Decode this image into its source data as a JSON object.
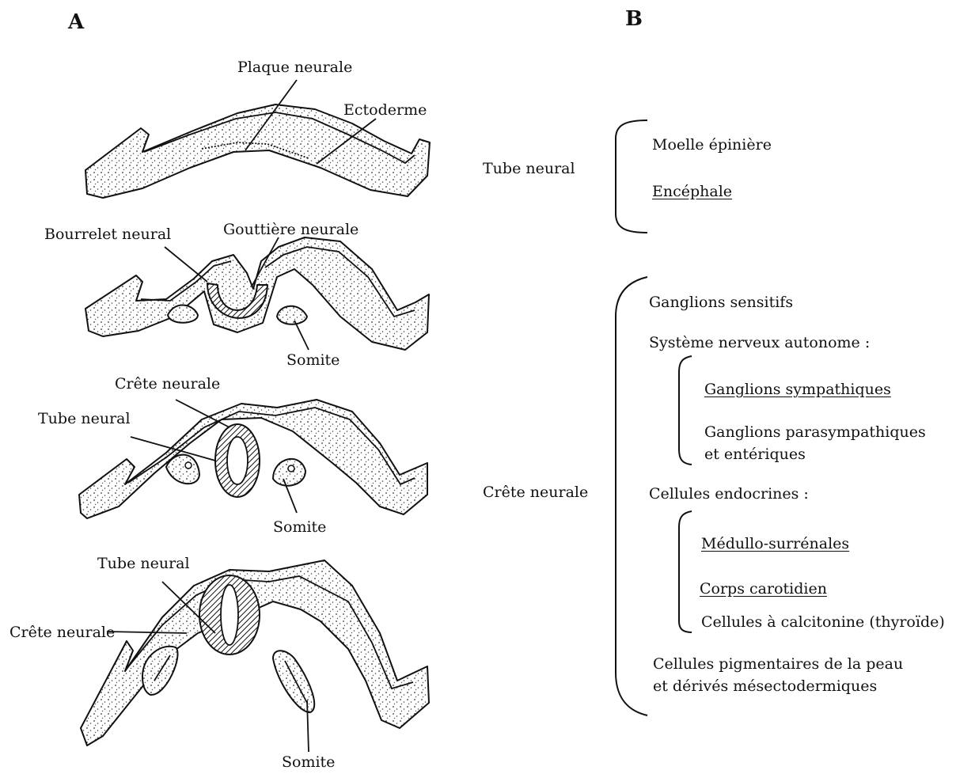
{
  "panel_a": {
    "label": "A",
    "stage1": {
      "plaque": "Plaque neurale",
      "ectoderme": "Ectoderme"
    },
    "stage2": {
      "bourrelet": "Bourrelet neural",
      "gouttiere": "Gouttière neurale",
      "somite": "Somite"
    },
    "stage3": {
      "crete": "Crête neurale",
      "tube": "Tube neural",
      "somite": "Somite"
    },
    "stage4": {
      "tube": "Tube neural",
      "crete": "Crête neurale",
      "somite": "Somite"
    }
  },
  "panel_b": {
    "label": "B",
    "tube_neural": {
      "title": "Tube neural",
      "items": [
        "Moelle épinière",
        "Encéphale"
      ]
    },
    "crete_neurale": {
      "title": "Crête neurale",
      "ganglions_sensitifs": "Ganglions sensitifs",
      "sna": {
        "title": "Système nerveux autonome :",
        "items": [
          "Ganglions sympathiques",
          "Ganglions parasympathiques",
          "et entériques"
        ]
      },
      "endocrines": {
        "title": "Cellules endocrines :",
        "items": [
          "Médullo-surrénales",
          "Corps carotidien",
          "Cellules à calcitonine (thyroïde)"
        ]
      },
      "pigment": [
        "Cellules pigmentaires de la peau",
        "et dérivés mésectodermiques"
      ]
    }
  }
}
